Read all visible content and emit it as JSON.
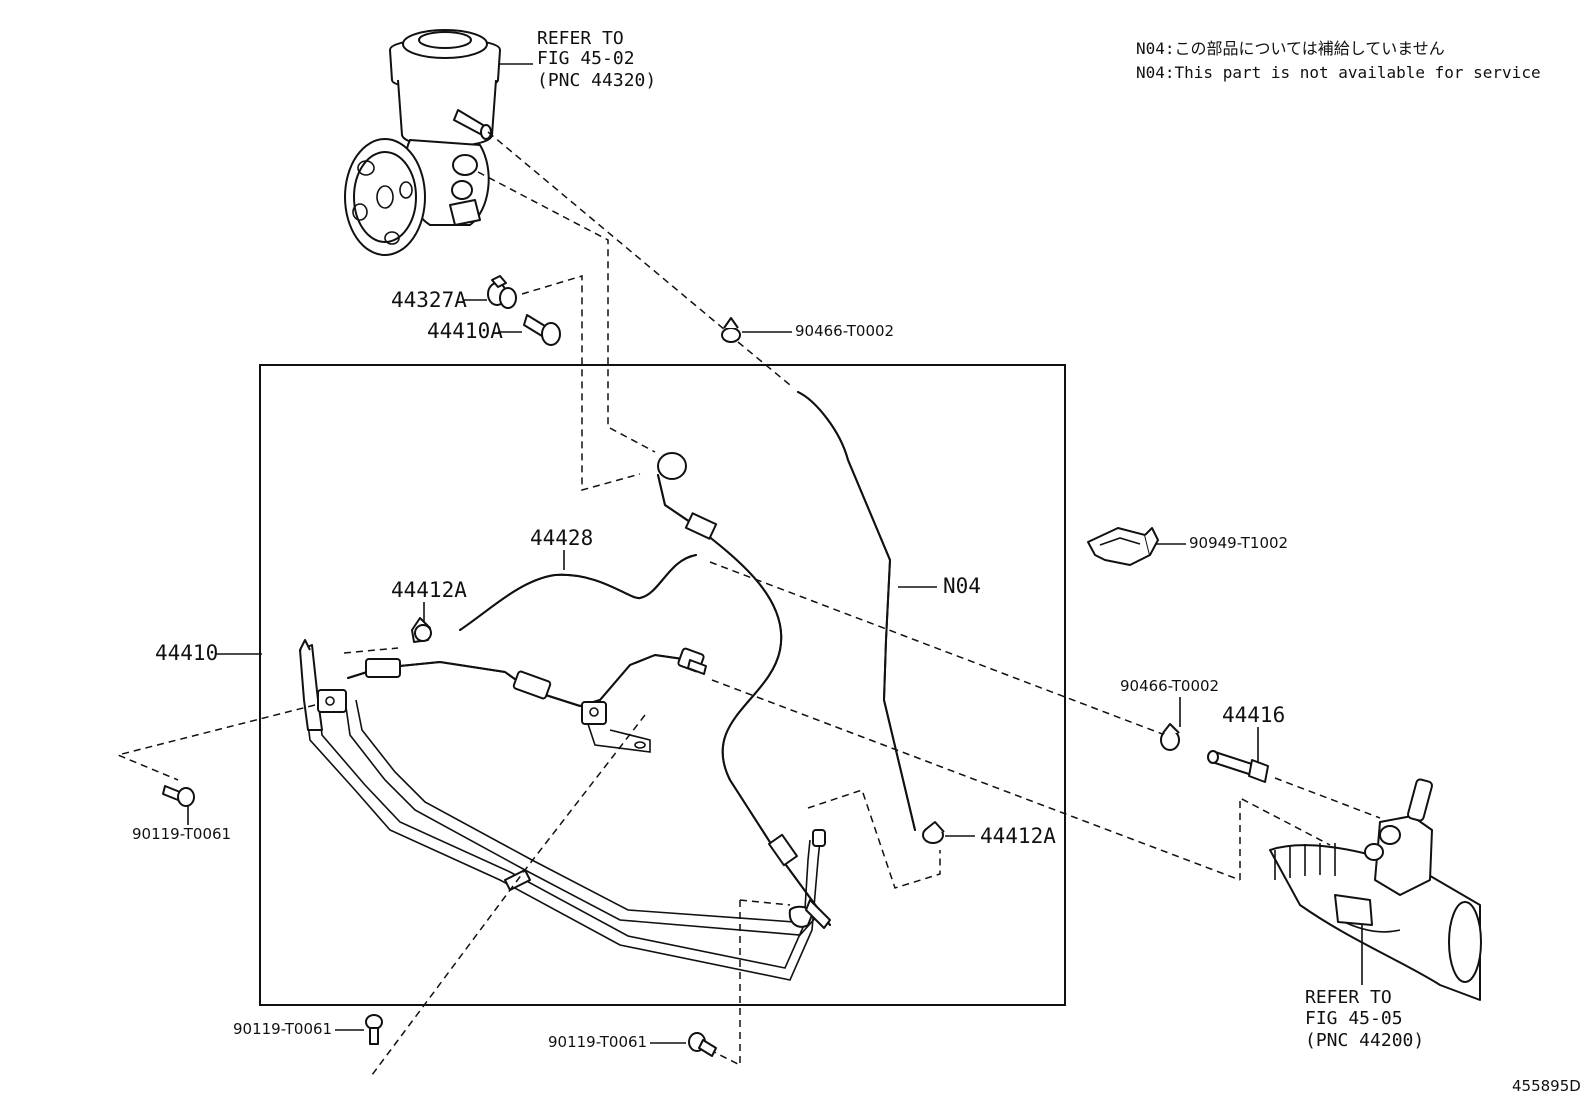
{
  "notes": {
    "jp": "N04:この部品については補給していません",
    "en": "N04:This part is not available for service"
  },
  "refs": {
    "pump": {
      "line1": "REFER TO",
      "line2": "FIG 45-02",
      "line3": "(PNC 44320)"
    },
    "gear": {
      "line1": "REFER TO",
      "line2": "FIG 45-05",
      "line3": "(PNC 44200)"
    }
  },
  "labels": {
    "p44327a": "44327A",
    "p44410a": "44410A",
    "p90466_top": "90466-T0002",
    "p44428": "44428",
    "p44412a_left": "44412A",
    "pN04": "N04",
    "p90949": "90949-T1002",
    "p44410": "44410",
    "p90466_right": "90466-T0002",
    "p44416": "44416",
    "p44412a_right": "44412A",
    "p90119_left": "90119-T0061",
    "p90119_bottom_left": "90119-T0061",
    "p90119_bottom_mid": "90119-T0061"
  },
  "figure_code": "455895D"
}
